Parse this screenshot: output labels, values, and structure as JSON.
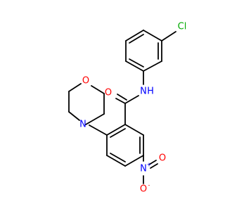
{
  "molecule": {
    "atoms": {
      "chlorine": {
        "text": "Cl",
        "color": "#00aa00"
      },
      "amide_nh": {
        "text": "N",
        "suffix": "H",
        "color": "#0000ff"
      },
      "carbonyl_o": {
        "text": "O",
        "color": "#ff0000"
      },
      "morpholine_o": {
        "text": "O",
        "color": "#ff0000"
      },
      "morpholine_n": {
        "text": "N",
        "color": "#0000ff"
      },
      "nitro_n": {
        "text": "N",
        "charge": "+",
        "color": "#0000ff"
      },
      "nitro_o_double": {
        "text": "O",
        "color": "#ff0000"
      },
      "nitro_o_single": {
        "text": "O",
        "charge": "-",
        "color": "#ff0000"
      }
    },
    "bond_color": "#000000"
  }
}
